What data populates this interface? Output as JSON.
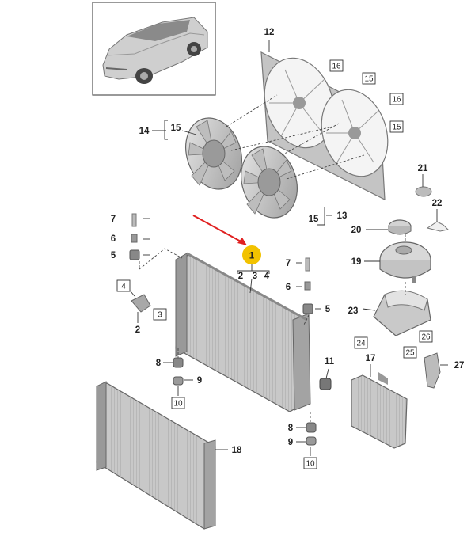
{
  "thumbnail": {
    "icon": "suv-car-icon"
  },
  "highlight": {
    "label": "1",
    "color": "#f2c200",
    "arrow_color": "#e02020"
  },
  "parts": {
    "p1_sub_2": "2",
    "p1_sub_3": "3",
    "p1_sub_4": "4",
    "p2": "2",
    "p3": "3",
    "p4": "4",
    "p5_left": "5",
    "p6_left": "6",
    "p7_left": "7",
    "p5_right": "5",
    "p6_right": "6",
    "p7_right": "7",
    "p8_left": "8",
    "p9_left": "9",
    "p10_left": "10",
    "p8_right": "8",
    "p9_right": "9",
    "p10_right": "10",
    "p11": "11",
    "p12": "12",
    "p13": "13",
    "p14": "14",
    "p15_a": "15",
    "p15_b": "15",
    "p15_c": "15",
    "p15_d": "15",
    "p16_a": "16",
    "p16_b": "16",
    "p17": "17",
    "p18": "18",
    "p19": "19",
    "p20": "20",
    "p21": "21",
    "p22": "22",
    "p23": "23",
    "p24": "24",
    "p25": "25",
    "p26": "26",
    "p27": "27"
  }
}
